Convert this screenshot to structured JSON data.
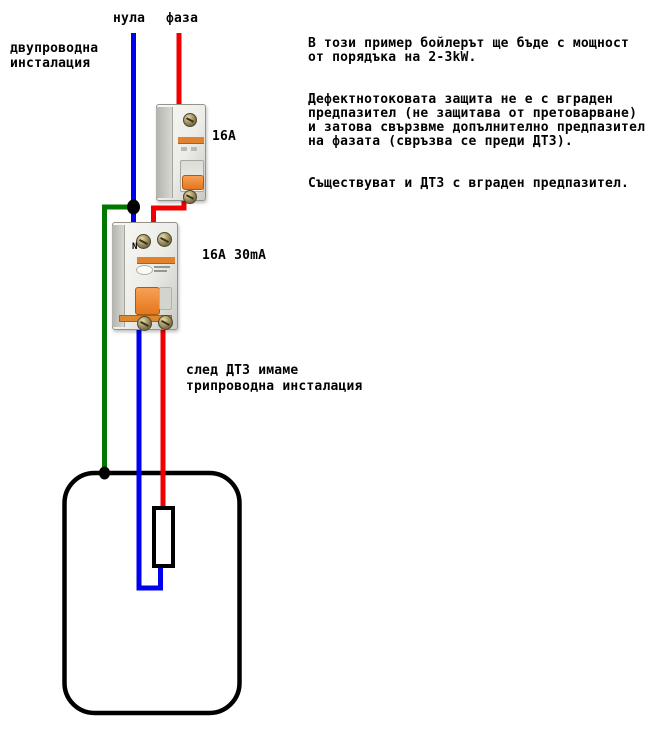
{
  "labels": {
    "neutral": "нула",
    "phase": "фаза",
    "installation_two_wire": "двупроводна\nинсталация",
    "breaker_rating": "16A",
    "rcd_rating": "16A 30mA",
    "rcd_neutral_mark": "N",
    "after_rcd": "след ДТЗ имаме\nтрипроводна инсталация"
  },
  "note": "В този пример бойлерът ще бъде с мощност\nот порядъка на 2-3kW.\n\n\nДефектнотоковата защита не е с вграден\nпредпазител (не защитава от претоварване)\nи затова свързвме допълнително предпазител\nна фазата (свръзва се преди ДТЗ).\n\n\nСъществуват и ДТЗ с вграден предпазител.",
  "colors": {
    "neutral_wire": "#0000f0",
    "phase_wire": "#f00000",
    "ground_wire": "#007700",
    "outline": "#000000"
  }
}
